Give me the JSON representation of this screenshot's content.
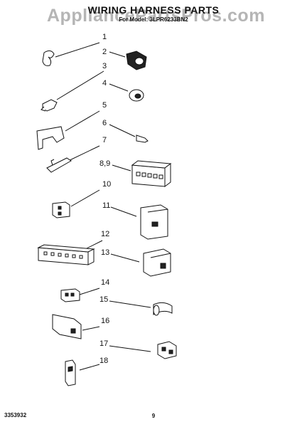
{
  "header": {
    "title": "WIRING HARNESS PARTS",
    "subtitle": "For Model: 3LPR6233BN2"
  },
  "watermark": "AppliancePartsPros.com",
  "callouts": [
    {
      "id": "1",
      "label": "1"
    },
    {
      "id": "2",
      "label": "2"
    },
    {
      "id": "3",
      "label": "3"
    },
    {
      "id": "4",
      "label": "4"
    },
    {
      "id": "5",
      "label": "5"
    },
    {
      "id": "6",
      "label": "6"
    },
    {
      "id": "7",
      "label": "7"
    },
    {
      "id": "8-9",
      "label": "8,9"
    },
    {
      "id": "10",
      "label": "10"
    },
    {
      "id": "11",
      "label": "11"
    },
    {
      "id": "12",
      "label": "12"
    },
    {
      "id": "13",
      "label": "13"
    },
    {
      "id": "14",
      "label": "14"
    },
    {
      "id": "15",
      "label": "15"
    },
    {
      "id": "16",
      "label": "16"
    },
    {
      "id": "17",
      "label": "17"
    },
    {
      "id": "18",
      "label": "18"
    }
  ],
  "footer": {
    "doc_number": "3353932",
    "page_number": "9"
  }
}
